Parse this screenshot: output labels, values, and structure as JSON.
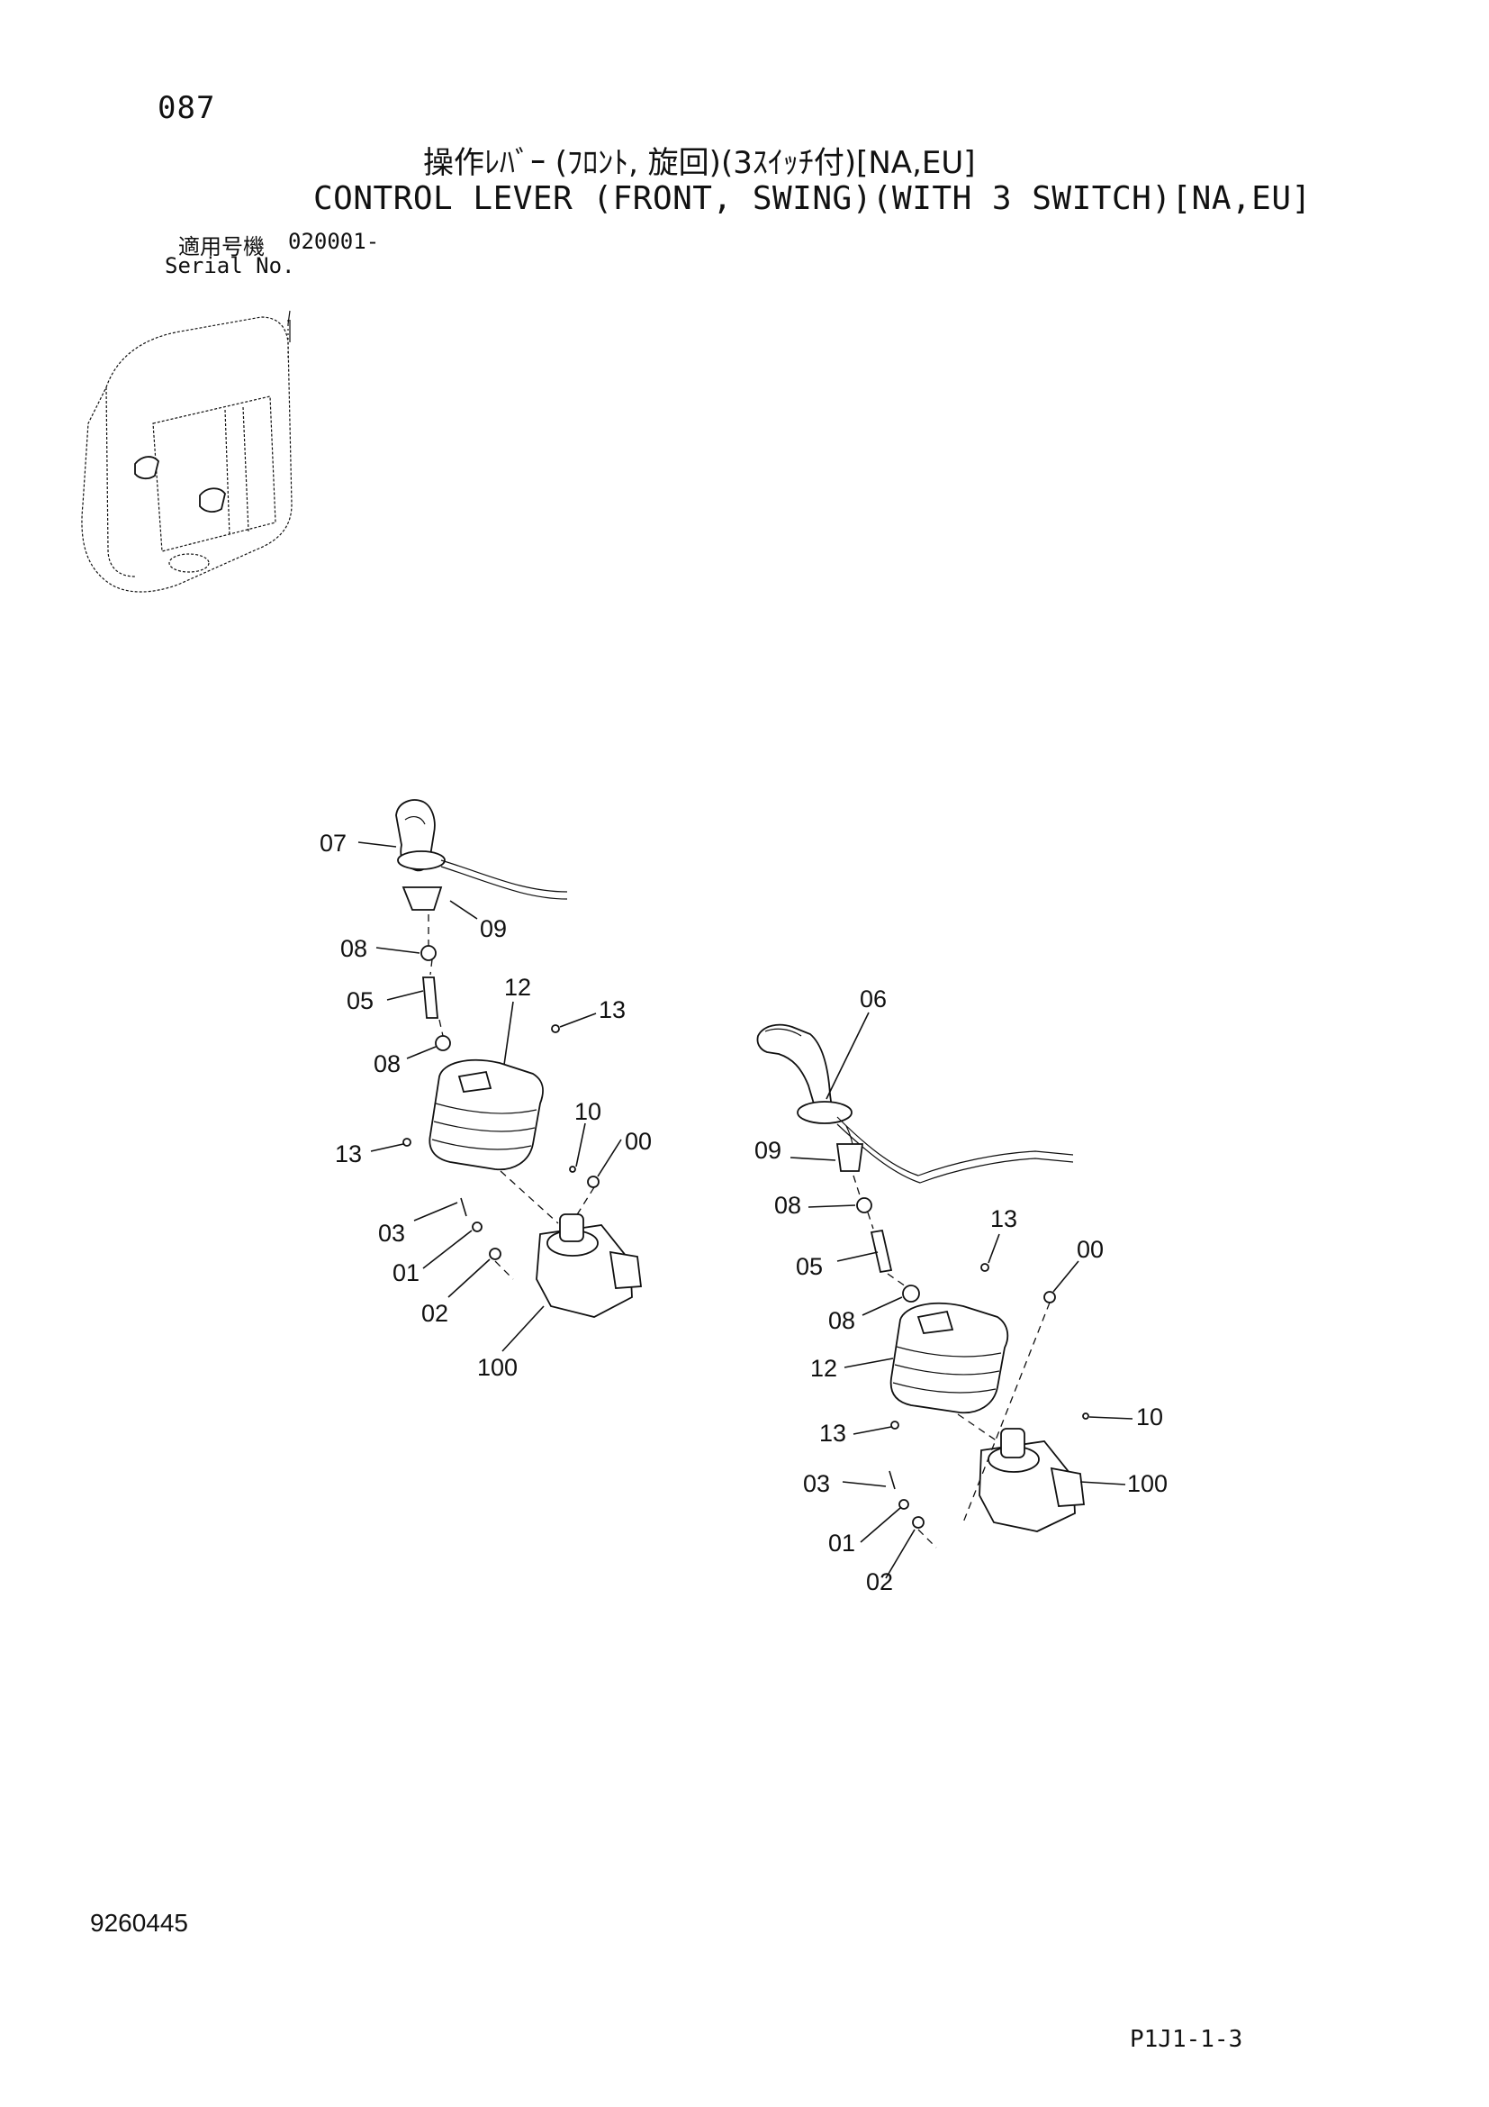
{
  "header": {
    "page_number": "087",
    "title_jp": "操作ﾚﾊﾞｰ (ﾌﾛﾝﾄ, 旋回)(3ｽｲｯﾁ付)[NA,EU]",
    "title_en": "CONTROL LEVER (FRONT, SWING)(WITH 3 SWITCH)[NA,EU]",
    "serial_label_jp": "適用号機",
    "serial_value": "020001-",
    "serial_label_en": "Serial No."
  },
  "footer": {
    "document_number": "9260445",
    "reference_code": "P1J1-1-3"
  },
  "callouts": {
    "left_assembly": [
      "07",
      "09",
      "08",
      "05",
      "12",
      "13",
      "08",
      "13",
      "10",
      "00",
      "03",
      "01",
      "02",
      "100"
    ],
    "right_assembly": [
      "06",
      "09",
      "08",
      "05",
      "13",
      "00",
      "08",
      "12",
      "13",
      "10",
      "03",
      "100",
      "01",
      "02"
    ]
  }
}
